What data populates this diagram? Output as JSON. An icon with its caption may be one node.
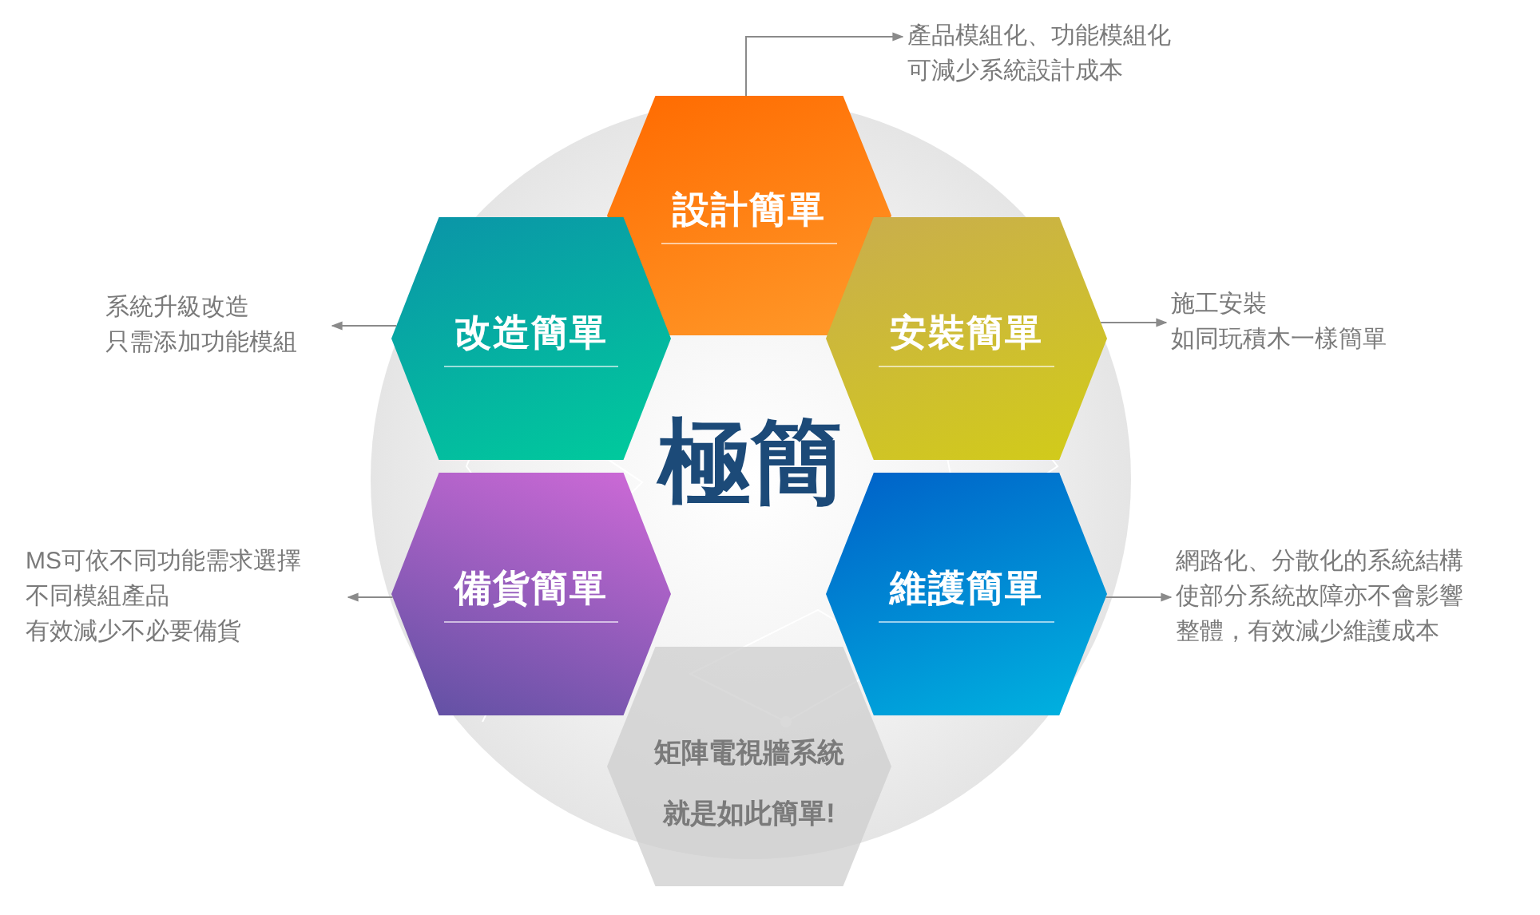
{
  "diagram": {
    "nodes": [
      {
        "text": [
          "極簡"
        ]
      },
      {
        "text": [
          "設計簡單"
        ],
        "in": 0
      },
      {
        "text": [
          "改造簡單"
        ],
        "in": 0
      },
      {
        "text": [
          "安裝簡單"
        ],
        "in": 0
      },
      {
        "text": [
          "備貨簡單"
        ],
        "in": 0
      },
      {
        "text": [
          "維護簡單"
        ],
        "in": 0
      },
      {
        "text": [
          "矩陣電視牆系統就是如此簡單!"
        ]
      },
      {
        "text": [
          "產品模組化、功能模組化可減少系統設計成本"
        ]
      },
      {
        "text": [
          "系統升級改造只需添加功能模組"
        ]
      },
      {
        "text": [
          "施工安裝如同玩積木一樣簡單"
        ]
      },
      {
        "text": [
          "MS可依不同功能需求選擇不同模組產品有效減少不必要備貨"
        ]
      },
      {
        "text": [
          "網路化、分散化的系統結構使部分系統故障亦不會影響整體，有效減少維護成本"
        ]
      }
    ],
    "edges": [
      {
        "from": 1,
        "to": 7,
        "arrow": "to"
      },
      {
        "from": 2,
        "to": 8,
        "arrow": "to"
      },
      {
        "from": 3,
        "to": 9,
        "arrow": "to"
      },
      {
        "from": 4,
        "to": 10,
        "arrow": "to"
      },
      {
        "from": 5,
        "to": 11,
        "arrow": "to"
      }
    ]
  }
}
